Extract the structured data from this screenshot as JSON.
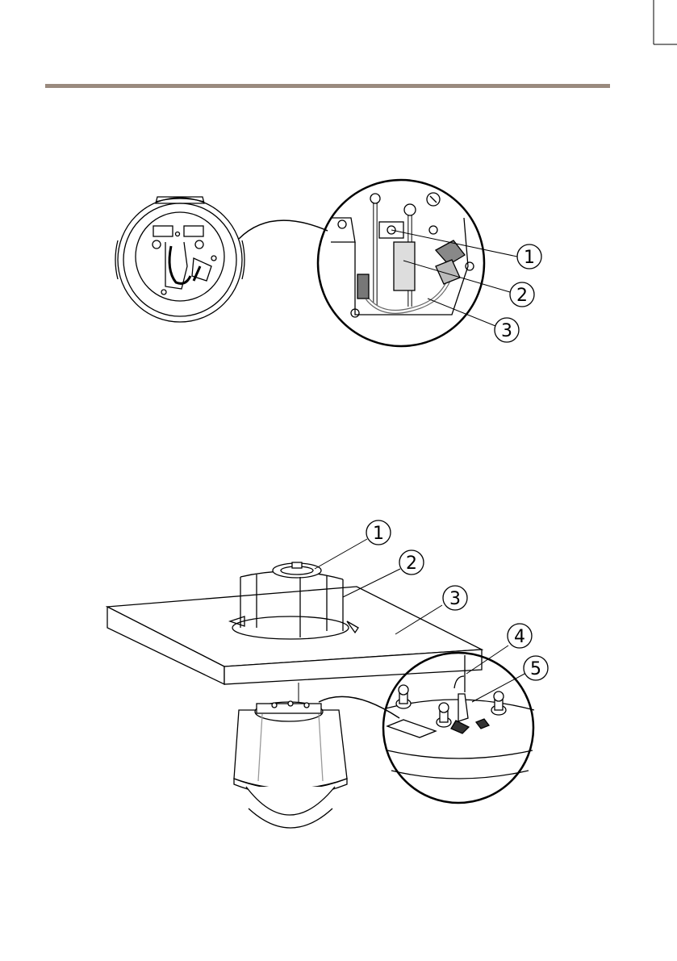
{
  "page": {
    "rule_color": "#9a8a7e"
  },
  "figure1": {
    "callouts": [
      "1",
      "2",
      "3"
    ]
  },
  "figure2": {
    "callouts": [
      "1",
      "2",
      "3",
      "4",
      "5"
    ]
  }
}
